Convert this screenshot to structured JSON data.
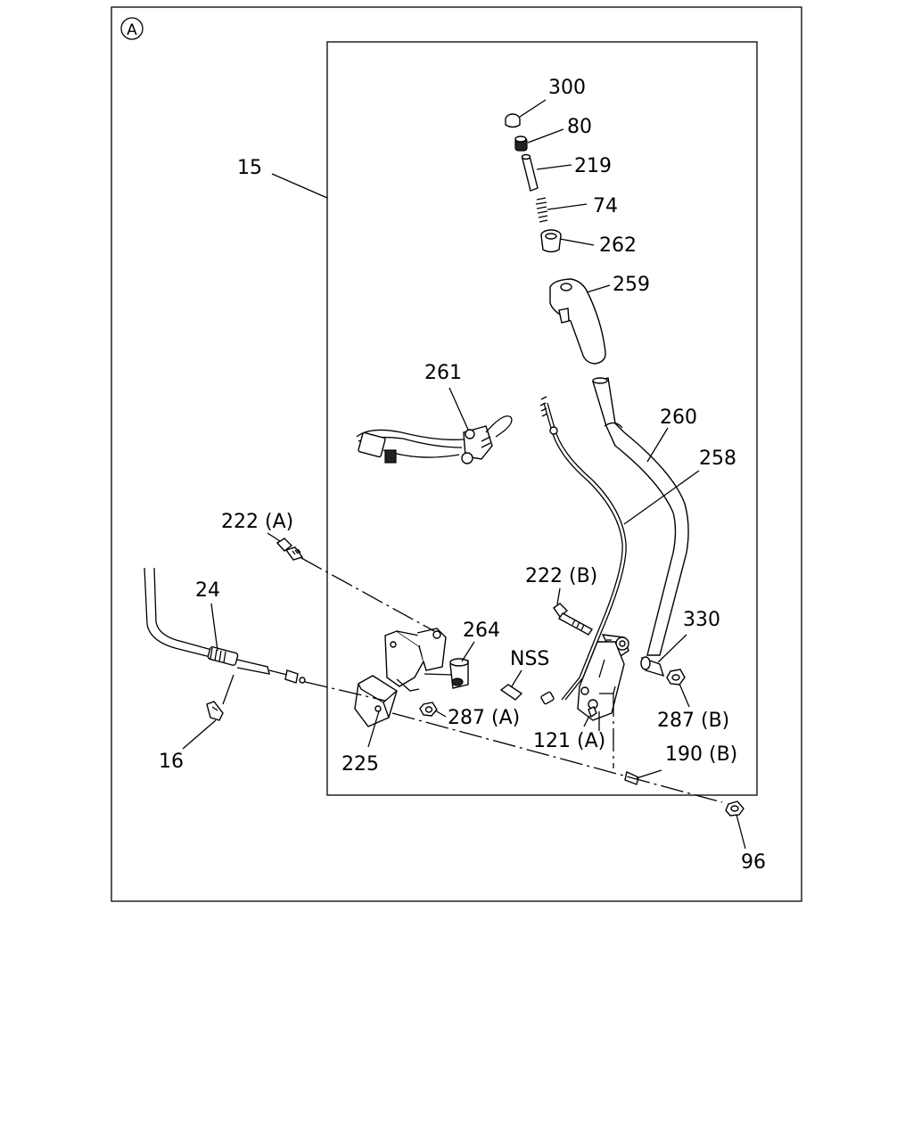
{
  "section_marker": "A",
  "labels": {
    "p15": "15",
    "p300": "300",
    "p80": "80",
    "p219": "219",
    "p74": "74",
    "p262": "262",
    "p259": "259",
    "p261": "261",
    "p260": "260",
    "p258": "258",
    "p222a": "222 (A)",
    "p24": "24",
    "p264": "264",
    "p222b": "222 (B)",
    "p330": "330",
    "pnss": "NSS",
    "p287a": "287 (A)",
    "p287b": "287 (B)",
    "p16": "16",
    "p225": "225",
    "p121a": "121 (A)",
    "p190b": "190 (B)",
    "p96": "96"
  }
}
